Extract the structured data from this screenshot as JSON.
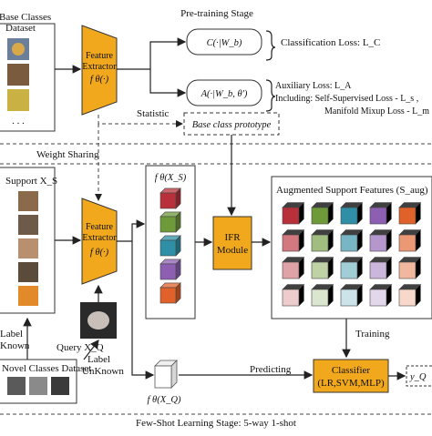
{
  "pretraining": {
    "stage_title": "Pre-training Stage",
    "dataset_label_line1": "Base Classes",
    "dataset_label_line2": "Dataset",
    "ellipsis": ". . .",
    "feature_extractor_line1": "Feature",
    "feature_extractor_line2": "Extractor",
    "feature_extractor_fn": "f θ(·)",
    "classifier_head": "C(·|W_b)",
    "aux_head": "A(·|W_b, θ')",
    "classification_loss": "Classification Loss: L_C",
    "auxiliary_loss": "Auxiliary Loss: L_A",
    "including": "Including:  Self-Supervised Loss - L_s ,",
    "manifold": "Manifold Mixup Loss - L_m",
    "statistic": "Statistic",
    "prototype": "Base class prototype"
  },
  "fewshot": {
    "stage_title": "Few-Shot Learning Stage: 5-way 1-shot",
    "weight_sharing": "Weight Sharing",
    "support_label": "Support X_S",
    "label_known_line1": "Label",
    "label_known_line2": "Known",
    "novel_dataset": "Novel Classes Dataset",
    "query_label": "Query X_Q",
    "label_unknown_line1": "Label",
    "label_unknown_line2": "UnKnown",
    "feature_extractor_line1": "Feature",
    "feature_extractor_line2": "Extractor",
    "feature_extractor_fn": "f θ(·)",
    "support_features": "f θ(X_S)",
    "query_features": "f θ(X_Q)",
    "ifr_line1": "IFR",
    "ifr_line2": "Module",
    "augmented": "Augmented Support Features (S_aug)",
    "training": "Training",
    "predicting": "Predicting",
    "classifier_line1": "Classifier",
    "classifier_line2": "(LR,SVM,MLP)",
    "output": "y_Q"
  },
  "colors": {
    "extractor": "#f2a81d",
    "ifr": "#f2a81d",
    "classifier": "#f2a81d",
    "cube_palette": [
      "#b8313a",
      "#6e9a3a",
      "#2f8fa6",
      "#8d5fb2",
      "#e0612a"
    ]
  }
}
